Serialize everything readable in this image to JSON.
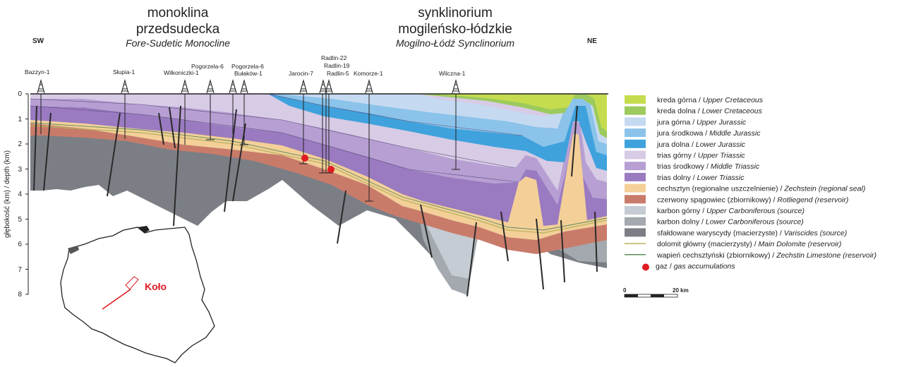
{
  "header": {
    "left_region": {
      "line1": "monoklina",
      "line2": "przedsudecka",
      "english": "Fore-Sudetic Monocline"
    },
    "right_region": {
      "line1": "synklinorium",
      "line2": "mogileńsko-łódzkie",
      "english": "Mogilno-Łódź Synclinorium"
    },
    "sw_label": "SW",
    "ne_label": "NE"
  },
  "wells": [
    "Bazzyn-1",
    "Słupia-1",
    "Wilkoniczki-1",
    "Pogorzela-6",
    "Pogorzela-6",
    "Bułaków-1",
    "Jarocin-7",
    "Radlin-22",
    "Radlin-19",
    "Radlin-5",
    "Komorze-1",
    "Wilczna-1"
  ],
  "axis": {
    "label": "głębokość (km) / depth (km)",
    "ticks": [
      "0",
      "1",
      "2",
      "3",
      "4",
      "5",
      "6",
      "7",
      "8"
    ]
  },
  "legend": [
    {
      "pl": "kreda górna / ",
      "en": "Upper Cretaceous",
      "color": "#c6dc4f",
      "kind": "box"
    },
    {
      "pl": "kreda dolna / ",
      "en": "Lower Cretaceous",
      "color": "#9cca5c",
      "kind": "box"
    },
    {
      "pl": "jura górna / ",
      "en": "Upper Jurassic",
      "color": "#c5daf1",
      "kind": "box"
    },
    {
      "pl": "jura środkowa / ",
      "en": "Middle Jurassic",
      "color": "#8bc3ea",
      "kind": "box"
    },
    {
      "pl": "jura dolna / ",
      "en": "Lower Jurassic",
      "color": "#3fa2dc",
      "kind": "box"
    },
    {
      "pl": "trias górny / ",
      "en": "Upper Triassic",
      "color": "#d7cbe6",
      "kind": "box"
    },
    {
      "pl": "trias środkowy / ",
      "en": "Middle Triassic",
      "color": "#b79fd3",
      "kind": "box"
    },
    {
      "pl": "trias dolny / ",
      "en": "Lower Triassic",
      "color": "#9a7ac0",
      "kind": "box"
    },
    {
      "pl": "cechsztyn (regionalne uszczelnienie) / ",
      "en": "Zechstein (regional seal)",
      "color": "#f4cf98",
      "kind": "box"
    },
    {
      "pl": "czerwony spągowiec (zbiornikowy) / ",
      "en": "Rotliegend (reservoir)",
      "color": "#c97b6a",
      "kind": "box"
    },
    {
      "pl": "karbon górny / ",
      "en": "Upper Carboniferous (source)",
      "color": "#c5ccd3",
      "kind": "box"
    },
    {
      "pl": "karbon dolny / ",
      "en": "Lower Carboniferous (source)",
      "color": "#a3a9ae",
      "kind": "box"
    },
    {
      "pl": "sfałdowane waryscydy (macierzyste) / ",
      "en": "Variscides (source)",
      "color": "#7b7f85",
      "kind": "box"
    },
    {
      "pl": "dolomit główny (macierzysty) / ",
      "en": "Main Dolomite (reservoir)",
      "color": "#b4b35e",
      "kind": "line"
    },
    {
      "pl": "wapień cechsztyński (zbiornikowy) / ",
      "en": "Zechstin Limestone (reservoir)",
      "color": "#5a8c5a",
      "kind": "line"
    },
    {
      "pl": "gaz / ",
      "en": "gas accumulations",
      "color": "#e01b22",
      "kind": "dot"
    }
  ],
  "scale": {
    "zero": "0",
    "end": "20 km"
  },
  "map": {
    "city": "Koło"
  }
}
